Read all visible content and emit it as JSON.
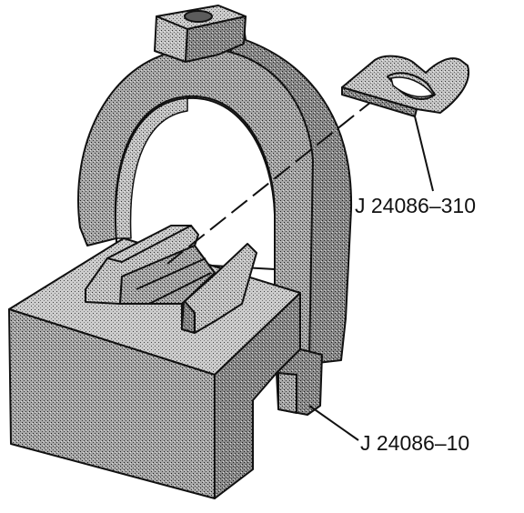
{
  "callouts": [
    {
      "id": "shim",
      "text": "J 24086–310"
    },
    {
      "id": "fixture",
      "text": "J 24086–10"
    }
  ],
  "colors": {
    "ink": "#111111",
    "stipple_light": "#e2e2e2",
    "stipple_dark": "#1c1c1c",
    "face_dark": "#8c8c8c",
    "face_mid": "#a8a8a8",
    "face_light": "#c4c4c4",
    "face_top": "#cdcdcd",
    "background": "#ffffff"
  }
}
